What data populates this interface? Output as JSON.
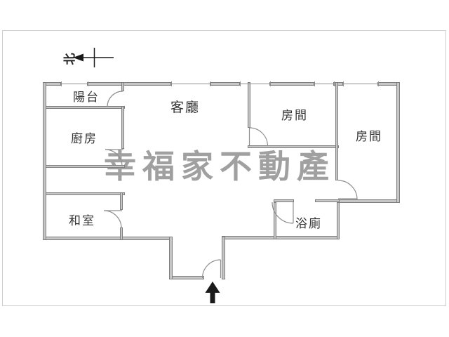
{
  "page": {
    "background": "#ffffff",
    "frame_color": "#cfcfcf"
  },
  "north_indicator": {
    "label": "北"
  },
  "watermark": {
    "text": "幸福家不動產",
    "color": "#a0a0a0"
  },
  "rooms": {
    "balcony": {
      "label": "陽台"
    },
    "living_room": {
      "label": "客廳"
    },
    "kitchen": {
      "label": "廚房"
    },
    "tatami_room": {
      "label": "和室"
    },
    "bedroom_1": {
      "label": "房間"
    },
    "bedroom_2": {
      "label": "房間"
    },
    "bathroom": {
      "label": "浴廁"
    }
  },
  "icons": {
    "entrance": "up-arrow",
    "north": "left-arrow-with-cross"
  },
  "colors": {
    "wall_fill": "#c6c6c6",
    "wall_edge": "#7e7e7e",
    "thin_line": "#8f8f8f",
    "arrow": "#1a1a1a",
    "label_text": "#333333",
    "watermark": "#a0a0a0"
  }
}
